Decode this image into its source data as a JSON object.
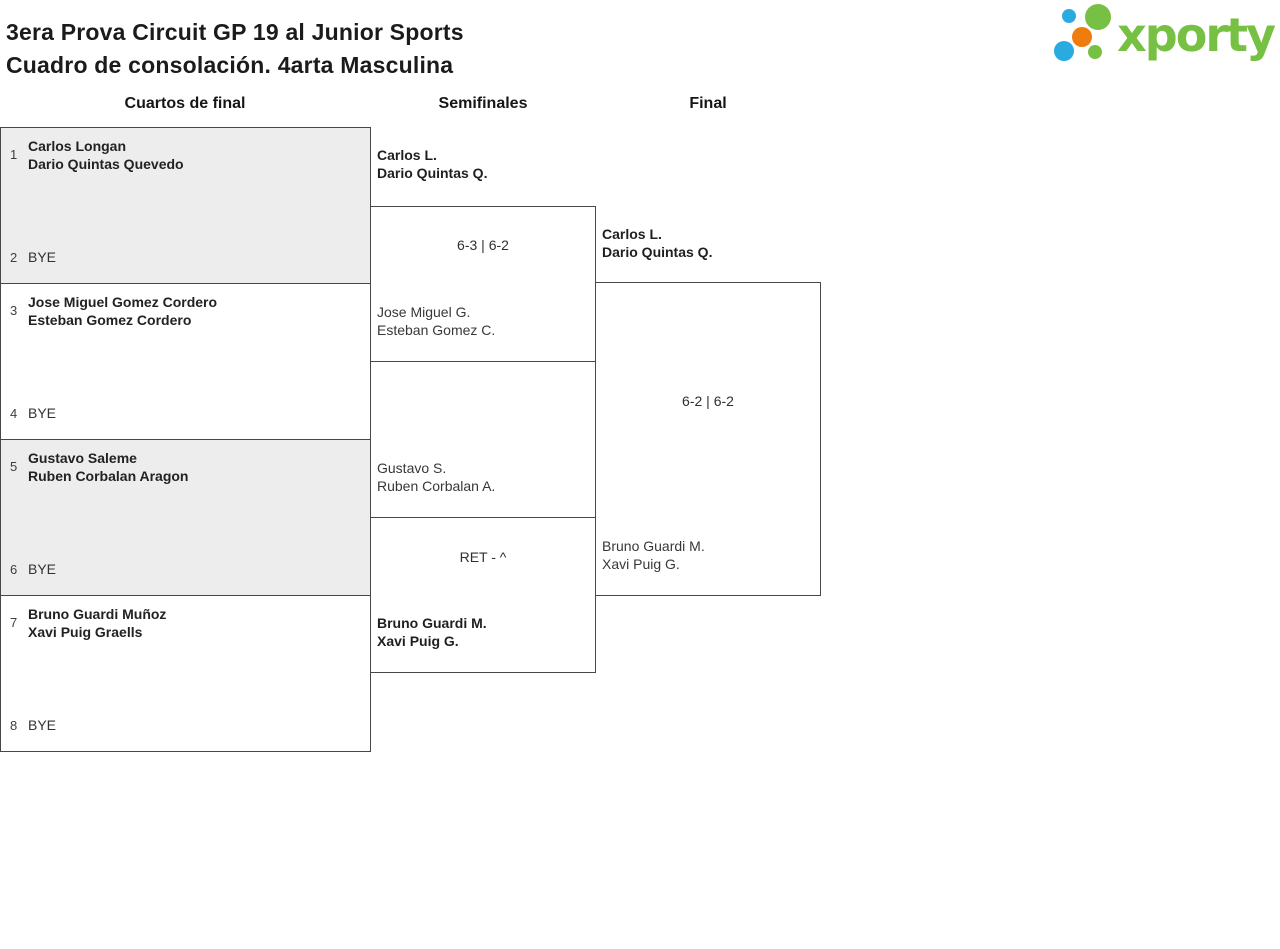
{
  "page": {
    "title_line1": "3era Prova Circuit GP 19 al Junior Sports",
    "title_line2": "Cuadro de consolación. 4arta Masculina"
  },
  "logo": {
    "wordmark": "xporty",
    "colors": {
      "green": "#76c043",
      "blue": "#29abe2",
      "orange": "#ee7c0e"
    }
  },
  "round_headers": [
    {
      "label": "Cuartos de final"
    },
    {
      "label": "Semifinales"
    },
    {
      "label": "Final"
    }
  ],
  "quarterfinals": [
    {
      "seed_top": "1",
      "top_line1": "Carlos Longan",
      "top_line2": "Dario Quintas Quevedo",
      "seed_bottom": "2",
      "bottom_label": "BYE"
    },
    {
      "seed_top": "3",
      "top_line1": "Jose Miguel Gomez Cordero",
      "top_line2": "Esteban Gomez Cordero",
      "seed_bottom": "4",
      "bottom_label": "BYE"
    },
    {
      "seed_top": "5",
      "top_line1": "Gustavo Saleme",
      "top_line2": "Ruben Corbalan Aragon",
      "seed_bottom": "6",
      "bottom_label": "BYE"
    },
    {
      "seed_top": "7",
      "top_line1": "Bruno Guardi Muñoz",
      "top_line2": "Xavi Puig Graells",
      "seed_bottom": "8",
      "bottom_label": "BYE"
    }
  ],
  "semifinals": [
    {
      "top_line1": "Carlos L.",
      "top_line2": "Dario Quintas Q.",
      "score": "6-3 | 6-2",
      "bottom_line1": "Jose Miguel G.",
      "bottom_line2": "Esteban Gomez C.",
      "winner": "top"
    },
    {
      "top_line1": "Gustavo S.",
      "top_line2": "Ruben Corbalan A.",
      "score": "RET - ^",
      "bottom_line1": "Bruno Guardi M.",
      "bottom_line2": "Xavi Puig G.",
      "winner": "bottom"
    }
  ],
  "final": {
    "top_line1": "Carlos L.",
    "top_line2": "Dario Quintas Q.",
    "score": "6-2 | 6-2",
    "bottom_line1": "Bruno Guardi M.",
    "bottom_line2": "Xavi Puig G.",
    "winner": "top"
  }
}
